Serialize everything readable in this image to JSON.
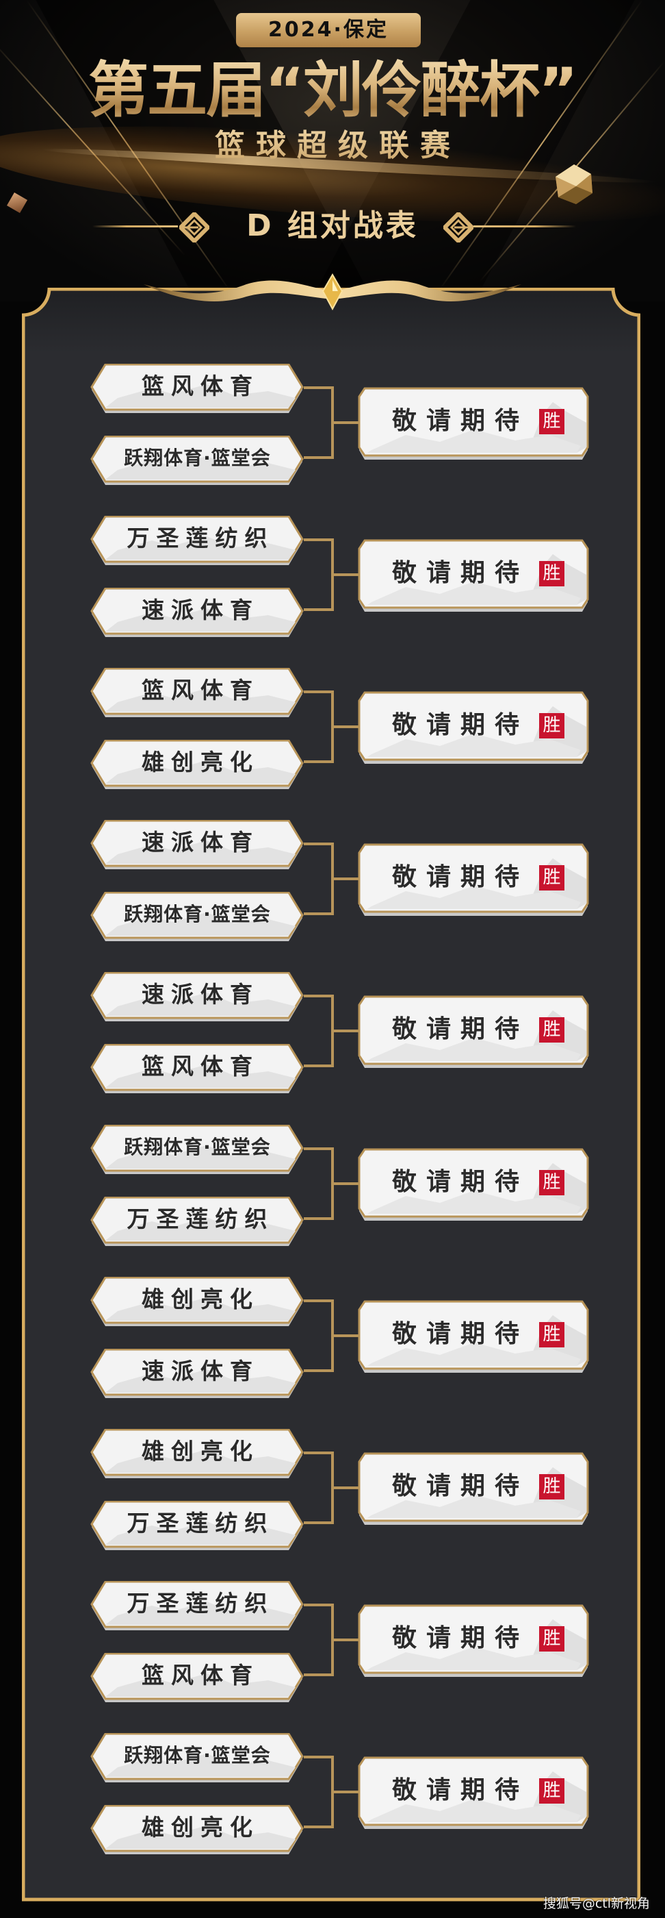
{
  "header": {
    "year_location": "2024·保定",
    "title": "第五届“刘伶醉杯”",
    "subtitle": "篮球超级联赛",
    "section_title": "D 组对战表"
  },
  "colors": {
    "gold": "#d2a962",
    "gold_light": "#ebcf9c",
    "panel_bg": "#2b2c30",
    "page_bg": "#050505",
    "win_badge": "#c8142e",
    "team_text": "#2a2a2a"
  },
  "icons": {
    "win_badge_icon": "胜",
    "diamond_ornament": "gold-diamond-ornament",
    "gem": "gold-gem"
  },
  "matchups": [
    {
      "team1": "篮风体育",
      "team2": "跃翔体育·篮堂会",
      "result": "敬请期待",
      "badge": "胜"
    },
    {
      "team1": "万圣莲纺织",
      "team2": "速派体育",
      "result": "敬请期待",
      "badge": "胜"
    },
    {
      "team1": "篮风体育",
      "team2": "雄创亮化",
      "result": "敬请期待",
      "badge": "胜"
    },
    {
      "team1": "速派体育",
      "team2": "跃翔体育·篮堂会",
      "result": "敬请期待",
      "badge": "胜"
    },
    {
      "team1": "速派体育",
      "team2": "篮风体育",
      "result": "敬请期待",
      "badge": "胜"
    },
    {
      "team1": "跃翔体育·篮堂会",
      "team2": "万圣莲纺织",
      "result": "敬请期待",
      "badge": "胜"
    },
    {
      "team1": "雄创亮化",
      "team2": "速派体育",
      "result": "敬请期待",
      "badge": "胜"
    },
    {
      "team1": "雄创亮化",
      "team2": "万圣莲纺织",
      "result": "敬请期待",
      "badge": "胜"
    },
    {
      "team1": "万圣莲纺织",
      "team2": "篮风体育",
      "result": "敬请期待",
      "badge": "胜"
    },
    {
      "team1": "跃翔体育·篮堂会",
      "team2": "雄创亮化",
      "result": "敬请期待",
      "badge": "胜"
    }
  ],
  "watermark": "搜狐号@ctl新视角"
}
